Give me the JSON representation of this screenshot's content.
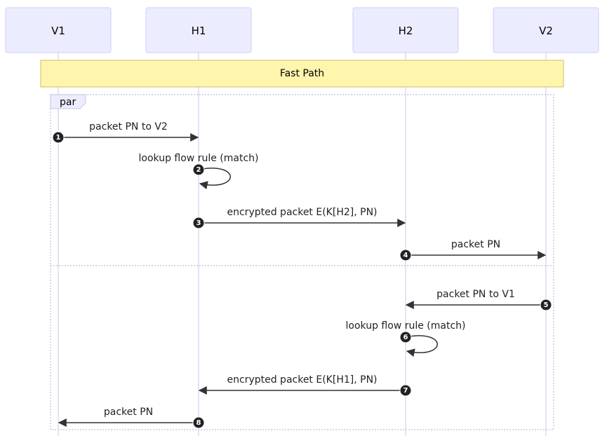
{
  "actors": [
    {
      "id": "V1",
      "label": "V1"
    },
    {
      "id": "H1",
      "label": "H1"
    },
    {
      "id": "H2",
      "label": "H2"
    },
    {
      "id": "V2",
      "label": "V2"
    }
  ],
  "note": {
    "text": "Fast Path",
    "from": "V1",
    "to": "V2"
  },
  "par": {
    "label": "par"
  },
  "messages": [
    {
      "seq": "1",
      "from": "V1",
      "to": "H1",
      "text": "packet PN to V2"
    },
    {
      "seq": "2",
      "from": "H1",
      "to": "H1",
      "text": "lookup flow rule (match)"
    },
    {
      "seq": "3",
      "from": "H1",
      "to": "H2",
      "text": "encrypted packet E(K[H2], PN)"
    },
    {
      "seq": "4",
      "from": "H2",
      "to": "V2",
      "text": "packet PN"
    },
    {
      "seq": "5",
      "from": "V2",
      "to": "H2",
      "text": "packet PN to V1"
    },
    {
      "seq": "6",
      "from": "H2",
      "to": "H2",
      "text": "lookup flow rule (match)"
    },
    {
      "seq": "7",
      "from": "H2",
      "to": "H1",
      "text": "encrypted packet E(K[H1], PN)"
    },
    {
      "seq": "8",
      "from": "H1",
      "to": "V1",
      "text": "packet PN"
    }
  ],
  "colors": {
    "actor_fill": "#ECECFF",
    "actor_stroke": "#CCCCFF",
    "note_fill": "#FFF5AD",
    "line": "#333333"
  }
}
